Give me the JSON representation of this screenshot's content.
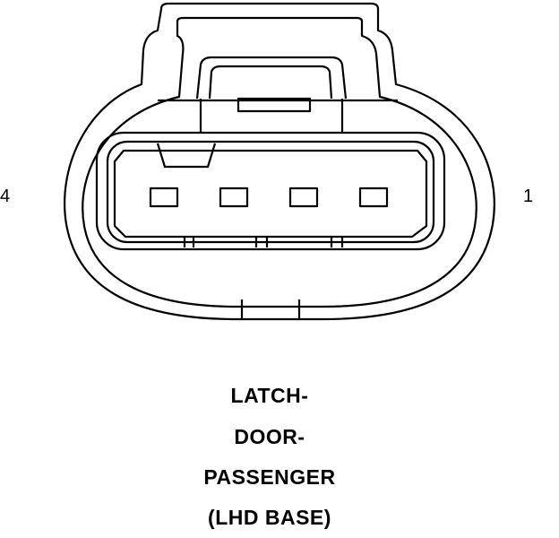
{
  "connector": {
    "pin_left": "4",
    "pin_right": "1"
  },
  "caption": {
    "line1": "LATCH-",
    "line2": "DOOR-",
    "line3": "PASSENGER",
    "line4": "(LHD BASE)"
  }
}
